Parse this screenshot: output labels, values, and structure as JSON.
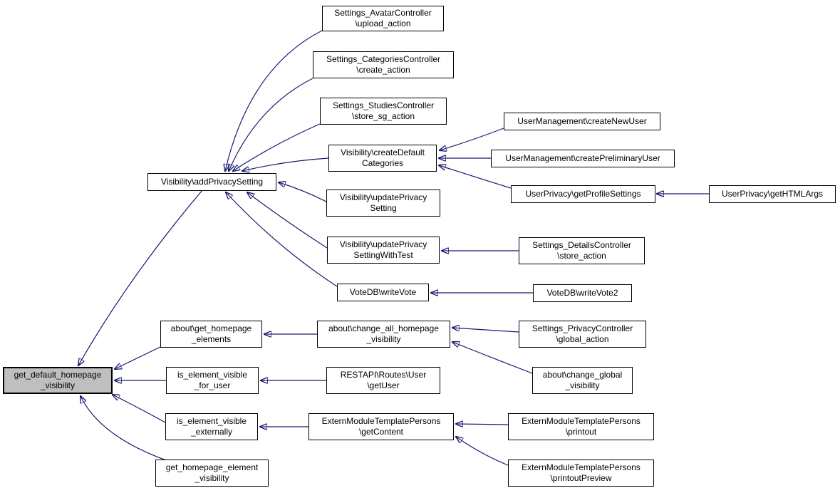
{
  "diagram": {
    "type": "caller-graph",
    "edge_color": "#191970",
    "node_border_color": "#000000",
    "node_fill": "#ffffff",
    "focus_node_fill": "#bfbfbf",
    "focus_node": "get_default_homepage _visibility"
  },
  "nodes": {
    "settings_avatar_upload": {
      "line1": "Settings_AvatarController",
      "line2": "\\upload_action"
    },
    "settings_categories_create": {
      "line1": "Settings_CategoriesController",
      "line2": "\\create_action"
    },
    "settings_studies_store_sg": {
      "line1": "Settings_StudiesController",
      "line2": "\\store_sg_action"
    },
    "visibility_create_default": {
      "line1": "Visibility\\createDefault",
      "line2": "Categories"
    },
    "um_create_new_user": {
      "line1": "UserManagement\\createNewUser"
    },
    "um_create_preliminary_user": {
      "line1": "UserManagement\\createPreliminaryUser"
    },
    "up_get_profile_settings": {
      "line1": "UserPrivacy\\getProfileSettings"
    },
    "up_get_html_args": {
      "line1": "UserPrivacy\\getHTMLArgs"
    },
    "visibility_add_privacy": {
      "line1": "Visibility\\addPrivacySetting"
    },
    "visibility_update_privacy": {
      "line1": "Visibility\\updatePrivacy",
      "line2": "Setting"
    },
    "visibility_update_privacy_wt": {
      "line1": "Visibility\\updatePrivacy",
      "line2": "SettingWithTest"
    },
    "settings_details_store": {
      "line1": "Settings_DetailsController",
      "line2": "\\store_action"
    },
    "votedb_write_vote": {
      "line1": "VoteDB\\writeVote"
    },
    "votedb_write_vote2": {
      "line1": "VoteDB\\writeVote2"
    },
    "about_get_homepage_elements": {
      "line1": "about\\get_homepage",
      "line2": "_elements"
    },
    "about_change_all_homepage": {
      "line1": "about\\change_all_homepage",
      "line2": "_visibility"
    },
    "settings_privacy_global": {
      "line1": "Settings_PrivacyController",
      "line2": "\\global_action"
    },
    "get_default_homepage_vis": {
      "line1": "get_default_homepage",
      "line2": "_visibility"
    },
    "is_element_visible_for_user": {
      "line1": "is_element_visible",
      "line2": "_for_user"
    },
    "restapi_get_user": {
      "line1": "RESTAPI\\Routes\\User",
      "line2": "\\getUser"
    },
    "about_change_global_vis": {
      "line1": "about\\change_global",
      "line2": "_visibility"
    },
    "is_element_visible_externally": {
      "line1": "is_element_visible",
      "line2": "_externally"
    },
    "extern_get_content": {
      "line1": "ExternModuleTemplatePersons",
      "line2": "\\getContent"
    },
    "extern_printout": {
      "line1": "ExternModuleTemplatePersons",
      "line2": "\\printout"
    },
    "get_homepage_element_vis": {
      "line1": "get_homepage_element",
      "line2": "_visibility"
    },
    "extern_printout_preview": {
      "line1": "ExternModuleTemplatePersons",
      "line2": "\\printoutPreview"
    }
  },
  "edges": [
    {
      "from": "settings_avatar_upload",
      "to": "visibility_add_privacy"
    },
    {
      "from": "settings_categories_create",
      "to": "visibility_add_privacy"
    },
    {
      "from": "settings_studies_store_sg",
      "to": "visibility_add_privacy"
    },
    {
      "from": "visibility_create_default",
      "to": "visibility_add_privacy"
    },
    {
      "from": "visibility_update_privacy",
      "to": "visibility_add_privacy"
    },
    {
      "from": "visibility_update_privacy_wt",
      "to": "visibility_add_privacy"
    },
    {
      "from": "votedb_write_vote",
      "to": "visibility_add_privacy"
    },
    {
      "from": "um_create_new_user",
      "to": "visibility_create_default"
    },
    {
      "from": "um_create_preliminary_user",
      "to": "visibility_create_default"
    },
    {
      "from": "up_get_profile_settings",
      "to": "visibility_create_default"
    },
    {
      "from": "up_get_html_args",
      "to": "up_get_profile_settings"
    },
    {
      "from": "settings_details_store",
      "to": "visibility_update_privacy_wt"
    },
    {
      "from": "votedb_write_vote2",
      "to": "votedb_write_vote"
    },
    {
      "from": "visibility_add_privacy",
      "to": "get_default_homepage_vis"
    },
    {
      "from": "about_get_homepage_elements",
      "to": "get_default_homepage_vis"
    },
    {
      "from": "is_element_visible_for_user",
      "to": "get_default_homepage_vis"
    },
    {
      "from": "is_element_visible_externally",
      "to": "get_default_homepage_vis"
    },
    {
      "from": "get_homepage_element_vis",
      "to": "get_default_homepage_vis"
    },
    {
      "from": "about_change_all_homepage",
      "to": "about_get_homepage_elements"
    },
    {
      "from": "settings_privacy_global",
      "to": "about_change_all_homepage"
    },
    {
      "from": "about_change_global_vis",
      "to": "about_change_all_homepage"
    },
    {
      "from": "restapi_get_user",
      "to": "is_element_visible_for_user"
    },
    {
      "from": "extern_get_content",
      "to": "is_element_visible_externally"
    },
    {
      "from": "extern_printout",
      "to": "extern_get_content"
    },
    {
      "from": "extern_printout_preview",
      "to": "extern_get_content"
    }
  ]
}
